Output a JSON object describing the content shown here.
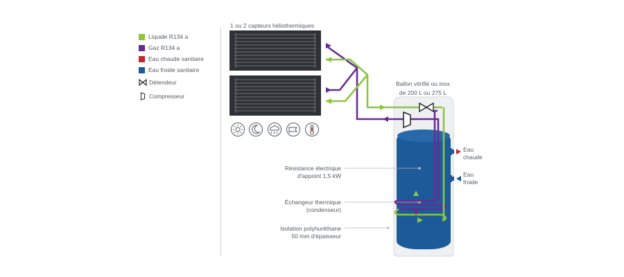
{
  "legend": {
    "items": [
      {
        "label": "Liquide R134 a",
        "color": "#8cc63f"
      },
      {
        "label": "Gaz R134 a",
        "color": "#662d91"
      },
      {
        "label": "Eau chaude sanitaire",
        "color": "#c1272d"
      },
      {
        "label": "Eau froide sanitaire",
        "color": "#1c5a9a"
      }
    ],
    "detendeur": "Détendeur",
    "compresseur": "Compresseur"
  },
  "collectors_title": "1 ou 2 capteurs héliothermiques",
  "tank_title_line1": "Ballon vitrifié ou inox",
  "tank_title_line2": "de 200 L ou 275 L",
  "callouts": {
    "resistance_line1": "Résistance électrique",
    "resistance_line2": "d'appoint 1,5 kW",
    "echangeur_line1": "Échangeur thermique",
    "echangeur_line2": "(condenseur)",
    "isolation_line1": "Isolation polyhuréthane",
    "isolation_line2": "50 mm d'épaisseur"
  },
  "outlets": {
    "hot_line1": "Eau",
    "hot_line2": "chaude",
    "cold_line1": "Eau",
    "cold_line2": "froide"
  },
  "weather_icons": [
    "sun-icon",
    "moon-icon",
    "cloud-rain-icon",
    "wind-icon",
    "thermometer-icon"
  ],
  "colors": {
    "liquid": "#8cc63f",
    "gas": "#662d91",
    "hot": "#c1272d",
    "cold": "#1c5a9a",
    "panel": "#2e3135",
    "tank": "#1c5a9a"
  }
}
